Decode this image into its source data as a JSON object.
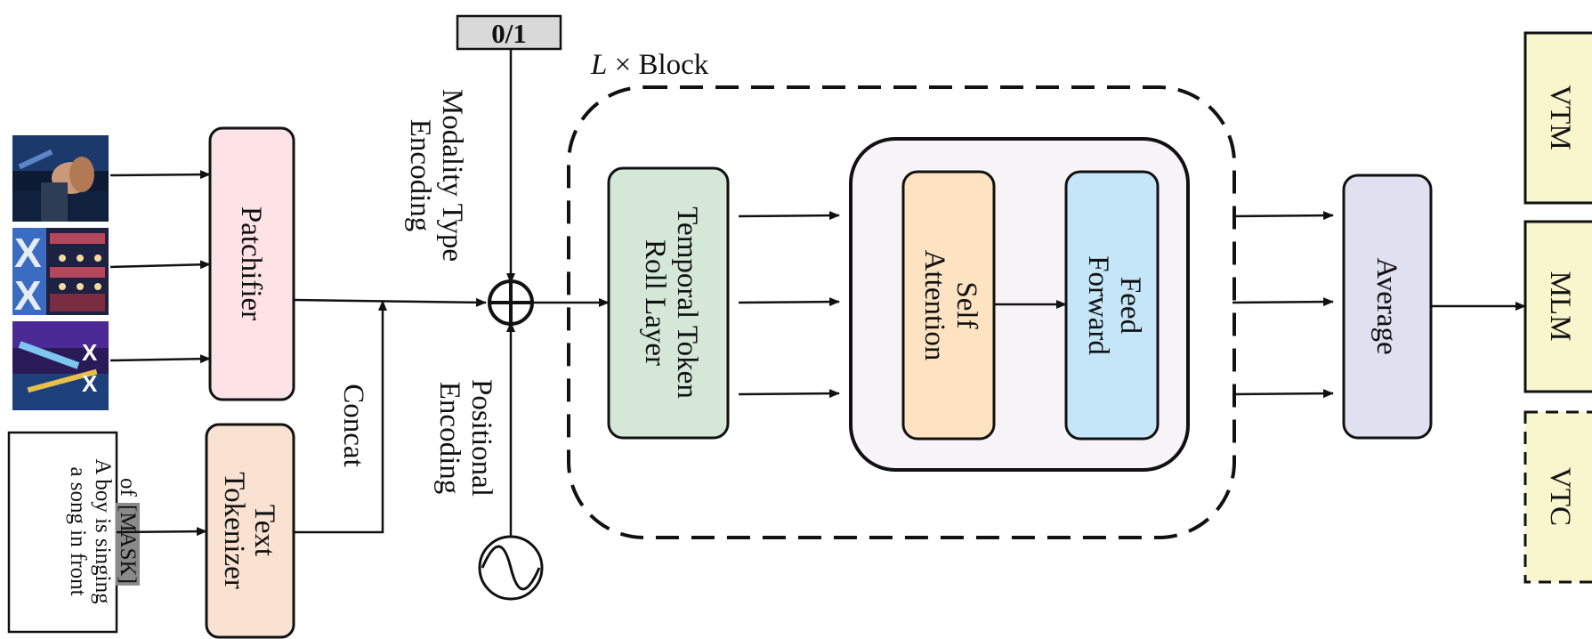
{
  "inputs": {
    "frames": [
      {
        "icon": "concert-frame-singer"
      },
      {
        "icon": "concert-frame-stage-x-logo"
      },
      {
        "icon": "concert-frame-stage-lights"
      }
    ],
    "text": {
      "line1": "A boy is singing",
      "line2": "a song in front",
      "line3_prefix": "of ",
      "mask_token": "[MASK]",
      "line3_suffix": "."
    }
  },
  "modules": {
    "patchifier": "Patchifier",
    "tokenizer": {
      "line1": "Text",
      "line2": "Tokenizer"
    },
    "concat": "Concat",
    "modality": {
      "value": "0/1",
      "line1": "Modality Type",
      "line2": "Encoding"
    },
    "positional": {
      "line1": "Positional",
      "line2": "Encoding"
    },
    "block": {
      "prefix": "L",
      "suffix": " × Block"
    },
    "roll_layer": {
      "line1": "Temporal Token",
      "line2": "Roll Layer"
    },
    "self_attention": {
      "line1": "Self",
      "line2": "Attention"
    },
    "feed_forward": {
      "line1": "Feed",
      "line2": "Forward"
    },
    "average": "Average"
  },
  "heads": {
    "vtm": "VTM",
    "mlm": "MLM",
    "vtc": "VTC"
  },
  "colors": {
    "patchifier": "#fde3e5",
    "tokenizer": "#f9e2d2",
    "modality": "#d9d9d9",
    "roll_layer": "#d5e8d8",
    "transformer": "#f6f4f7",
    "self_attention": "#fde3c1",
    "feed_forward": "#c4e6f8",
    "average": "#dfe0f0",
    "heads": "#f8f6cc",
    "mask_highlight": "#8a8a8a"
  }
}
